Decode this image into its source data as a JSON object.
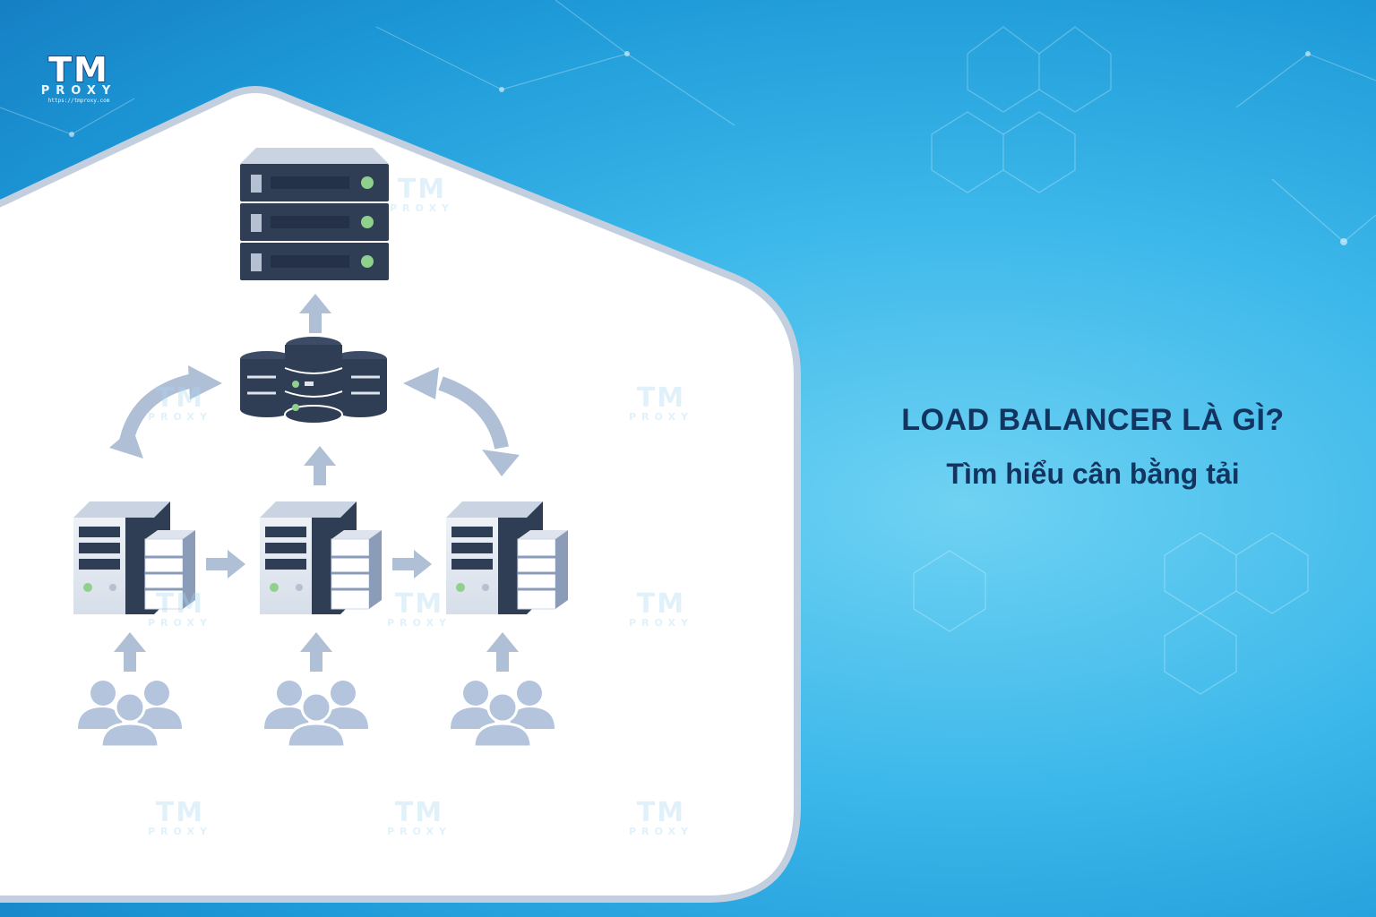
{
  "logo": {
    "tm": "TM",
    "proxy": "PROXY",
    "url": "https://tmproxy.com"
  },
  "watermark": {
    "tm": "TM",
    "proxy": "PROXY"
  },
  "title": {
    "main": "LOAD BALANCER LÀ GÌ?",
    "sub": "Tìm hiểu cân bằng tải"
  },
  "colors": {
    "background": "#1e9ad8",
    "panel": "#ffffff",
    "panel_border": "#c3cfde",
    "server_dark": "#2f3d55",
    "server_light": "#dde4ee",
    "arrow": "#aebfd6",
    "users": "#b3c4dc",
    "led": "#8fd08c",
    "title_text": "#12345f"
  },
  "icons": [
    "server-rack-icon",
    "database-icon",
    "server-tower-icon",
    "users-group-icon",
    "arrow-up-icon",
    "arrow-right-icon",
    "curved-double-arrow-icon"
  ]
}
